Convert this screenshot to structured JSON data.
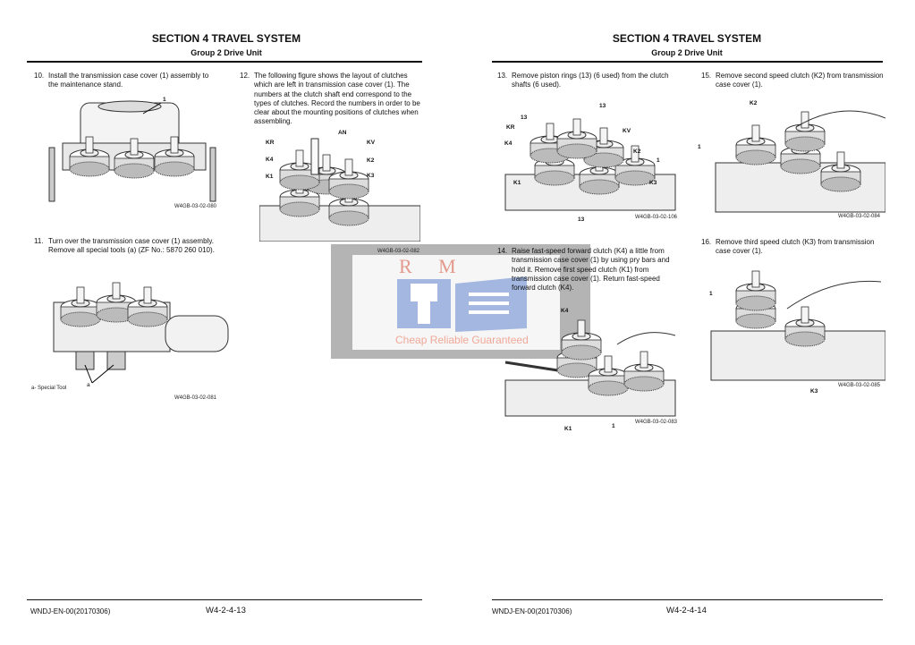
{
  "pages": [
    {
      "section_title": "SECTION 4 TRAVEL SYSTEM",
      "group_title": "Group 2 Drive Unit",
      "footer_code": "WNDJ-EN-00(20170306)",
      "page_number": "W4-2-4-13",
      "steps": [
        {
          "num": "10.",
          "text": "Install the transmission case cover (1) assembly to the maintenance stand."
        },
        {
          "num": "11.",
          "text": "Turn over the transmission case cover (1) assembly. Remove all special tools (a) (ZF No.: 5870 260 010)."
        },
        {
          "num": "12.",
          "text": "The following figure shows the layout of clutches which are left in transmission case cover (1). The numbers at the clutch shaft end correspond to the types of clutches. Record the numbers in order to be clear about the mounting positions of clutches when assembling."
        }
      ],
      "figures": [
        {
          "caption": "W4GB-03-02-080",
          "labels": [
            "1"
          ]
        },
        {
          "caption": "W4GB-03-02-081",
          "labels": [
            "a"
          ],
          "legend": "a-   Special Tool"
        },
        {
          "caption": "W4GB-03-02-082",
          "labels": [
            "AN",
            "KR",
            "KV",
            "K4",
            "K2",
            "K1",
            "K3"
          ]
        }
      ]
    },
    {
      "section_title": "SECTION 4 TRAVEL SYSTEM",
      "group_title": "Group 2 Drive Unit",
      "footer_code": "WNDJ-EN-00(20170306)",
      "page_number": "W4-2-4-14",
      "steps": [
        {
          "num": "13.",
          "text": "Remove piston rings (13) (6 used) from the clutch shafts (6 used)."
        },
        {
          "num": "14.",
          "text": "Raise fast-speed forward clutch (K4) a little from transmission case cover (1) by using pry bars and hold it. Remove first speed clutch (K1) from transmission case cover (1). Return fast-speed forward clutch (K4)."
        },
        {
          "num": "15.",
          "text": "Remove second speed clutch (K2) from transmission case cover (1)."
        },
        {
          "num": "16.",
          "text": "Remove third speed clutch (K3) from transmission case cover (1)."
        }
      ],
      "figures": [
        {
          "caption": "W4GB-03-02-106",
          "labels": [
            "13",
            "13",
            "13",
            "KR",
            "K4",
            "KV",
            "K2",
            "1",
            "K1",
            "K3"
          ]
        },
        {
          "caption": "W4GB-03-02-083",
          "labels": [
            "K4",
            "K1",
            "1"
          ]
        },
        {
          "caption": "W4GB-03-02-084",
          "labels": [
            "K2",
            "1"
          ]
        },
        {
          "caption": "W4GB-03-02-085",
          "labels": [
            "1",
            "K3"
          ]
        }
      ]
    }
  ],
  "watermark": {
    "logo_text": "RM",
    "tagline": "Cheap Reliable Guaranteed"
  }
}
